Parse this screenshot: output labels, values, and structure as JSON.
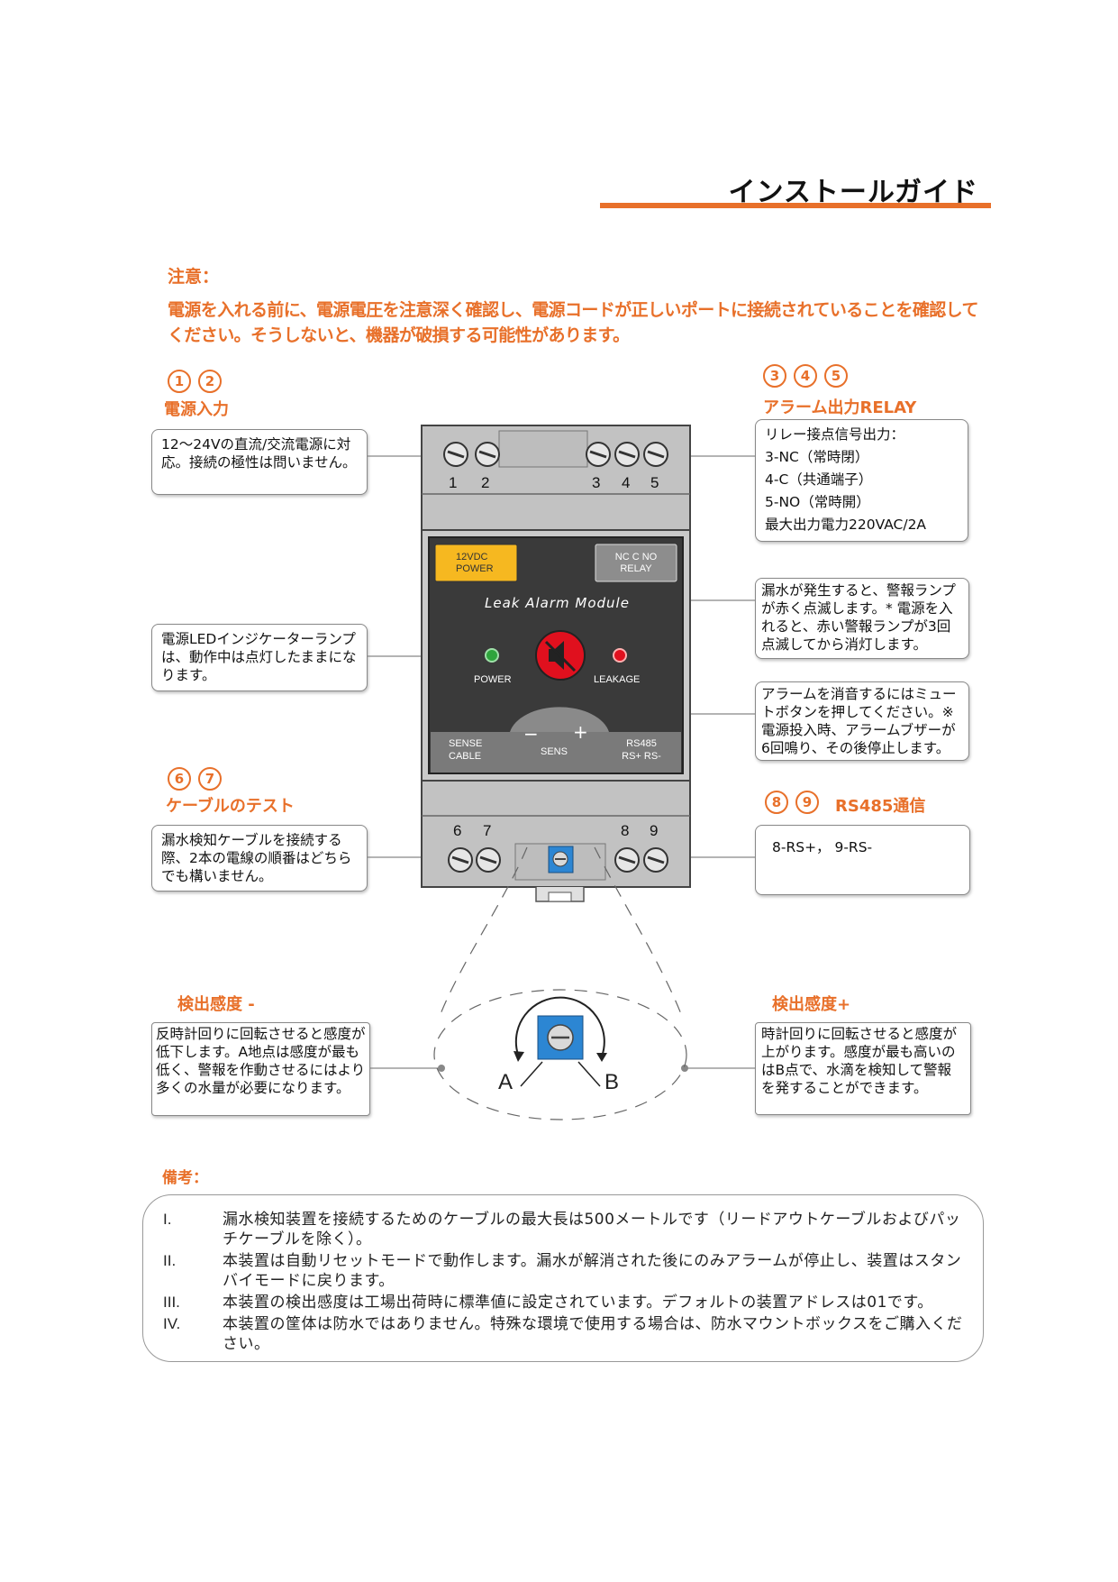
{
  "title": "インストールガイド",
  "caution": {
    "heading": "注意：",
    "text": "電源を入れる前に、電源電圧を注意深く確認し、電源コードが正しいポートに接続されていることを確認してください。そうしないと、機器が破損する可能性があります。"
  },
  "sections": {
    "power_input": {
      "nums": [
        "1",
        "2"
      ],
      "label": "電源入力",
      "desc": "12～24Vの直流/交流電源に対応。接続の極性は問いません。"
    },
    "alarm_relay": {
      "nums": [
        "3",
        "4",
        "5"
      ],
      "label": "アラーム出力RELAY",
      "lines": [
        "リレー接点信号出力：",
        "3-NC（常時閉）",
        "4-C（共通端子）",
        "5-NO（常時開）",
        "最大出力電力220VAC/2A"
      ]
    },
    "leak_lamp": {
      "desc": "漏水が発生すると、警報ランプが赤く点滅します。* 電源を入れると、赤い警報ランプが3回点滅してから消灯します。"
    },
    "mute": {
      "desc": "アラームを消音するにはミュートボタンを押してください。※電源投入時、アラームブザーが6回鳴り、その後停止します。"
    },
    "power_led": {
      "desc": "電源LEDインジケーターランプは、動作中は点灯したままになります。"
    },
    "cable_test": {
      "nums": [
        "6",
        "7"
      ],
      "label": "ケーブルのテスト",
      "desc": "漏水検知ケーブルを接続する際、2本の電線の順番はどちらでも構いません。"
    },
    "rs485": {
      "nums": [
        "8",
        "9"
      ],
      "label": "RS485通信",
      "desc": "8-RS+， 9-RS-"
    },
    "sens_minus": {
      "label": "検出感度 -",
      "desc": "反時計回りに回転させると感度が低下します。A地点は感度が最も低く、警報を作動させるにはより多くの水量が必要になります。"
    },
    "sens_plus": {
      "label": "検出感度+",
      "desc": "時計回りに回転させると感度が上がります。感度が最も高いのはB点で、水滴を検知して警報を発することができます。"
    }
  },
  "device": {
    "top_terminals": [
      "1",
      "2",
      "3",
      "4",
      "5"
    ],
    "bottom_terminals": [
      "6",
      "7",
      "8",
      "9"
    ],
    "power_badge": [
      "12VDC",
      "POWER"
    ],
    "relay_badge": [
      "NC  C  NO",
      "RELAY"
    ],
    "module_name": "Leak  Alarm  Module",
    "power_led_label": "POWER",
    "leakage_label": "LEAKAGE",
    "sense_cable": [
      "SENSE",
      "CABLE"
    ],
    "sens_label": "SENS",
    "minus": "−",
    "plus": "+",
    "rs485_label": [
      "RS485",
      "RS+  RS-"
    ],
    "point_a": "A",
    "point_b": "B",
    "colors": {
      "body": "#bfbfbf",
      "panel": "#3a3a3a",
      "badge_power": "#f6b820",
      "led_green": "#2ea43c",
      "led_red": "#e0101e",
      "knob": "#2c86d3",
      "accent": "#e8702a"
    }
  },
  "notes": {
    "heading": "備考：",
    "items": [
      {
        "num": "I.",
        "text": "漏水検知装置を接続するためのケーブルの最大長は500メートルです（リードアウトケーブルおよびパッチケーブルを除く）。"
      },
      {
        "num": "II.",
        "text": "本装置は自動リセットモードで動作します。漏水が解消された後にのみアラームが停止し、装置はスタンバイモードに戻ります。"
      },
      {
        "num": "III.",
        "text": "本装置の検出感度は工場出荷時に標準値に設定されています。デフォルトの装置アドレスは01です。"
      },
      {
        "num": "IV.",
        "text": "本装置の筐体は防水ではありません。特殊な環境で使用する場合は、防水マウントボックスをご購入ください。"
      }
    ]
  }
}
